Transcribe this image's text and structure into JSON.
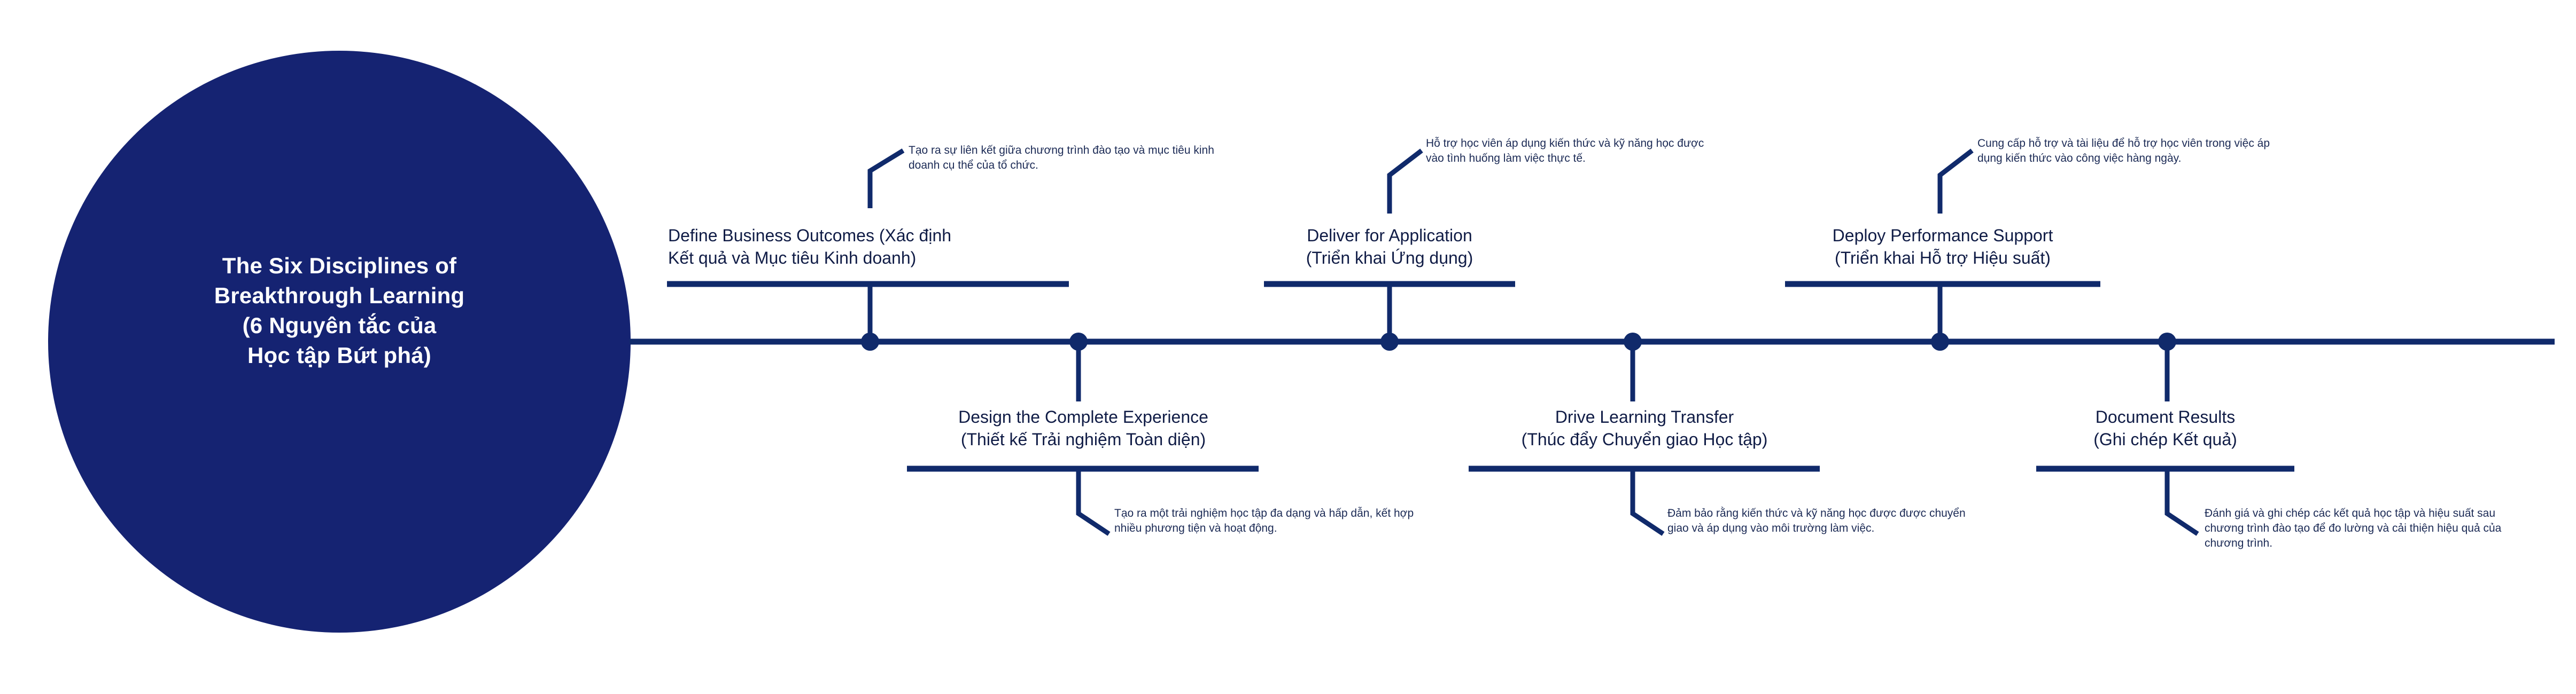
{
  "diagram": {
    "type": "timeline",
    "hub": {
      "title_lines": [
        "The Six Disciplines of",
        "Breakthrough Learning",
        "(6 Nguyên tắc của",
        "Học tập Bứt phá)"
      ],
      "fill_color": "#152372",
      "text_color": "#ffffff"
    },
    "colors": {
      "line": "#102a6b",
      "accent": "#152372",
      "title_text": "#101c46",
      "body_text": "#1b2a55",
      "background": "#ffffff"
    },
    "milestones": [
      {
        "index": 1,
        "side": "top",
        "title_en": "Define Business Outcomes (Xác định",
        "title_vi": "Kết quả và Mục tiêu Kinh doanh)",
        "description": "Tạo ra sự liên kết giữa chương trình đào tạo và mục tiêu kinh doanh cụ thể của tổ chức."
      },
      {
        "index": 2,
        "side": "bottom",
        "title_en": "Design the Complete Experience",
        "title_vi": "(Thiết kế Trải nghiệm Toàn diện)",
        "description": "Tạo ra một trải nghiệm học tập đa dạng và hấp dẫn, kết hợp nhiều phương tiện và hoạt động."
      },
      {
        "index": 3,
        "side": "top",
        "title_en": "Deliver for Application",
        "title_vi": "(Triển khai Ứng dụng)",
        "description": "Hỗ trợ học viên áp dụng kiến thức và kỹ năng học được vào tình huống làm việc thực tế."
      },
      {
        "index": 4,
        "side": "bottom",
        "title_en": "Drive Learning Transfer",
        "title_vi": "(Thúc đẩy Chuyển giao Học tập)",
        "description": "Đảm bảo rằng kiến thức và kỹ năng học được được chuyển giao và áp dụng vào môi trường làm việc."
      },
      {
        "index": 5,
        "side": "top",
        "title_en": "Deploy Performance Support",
        "title_vi": "(Triển khai Hỗ trợ Hiệu suất)",
        "description": "Cung cấp hỗ trợ và tài liệu để hỗ trợ học viên trong việc áp dụng kiến thức vào công việc hàng ngày."
      },
      {
        "index": 6,
        "side": "bottom",
        "title_en": "Document Results",
        "title_vi": "(Ghi chép Kết quả)",
        "description": "Đánh giá và ghi chép các kết quả học tập và hiệu suất sau chương trình đào tạo để đo lường và cải thiện hiệu quả của chương trình."
      }
    ]
  }
}
